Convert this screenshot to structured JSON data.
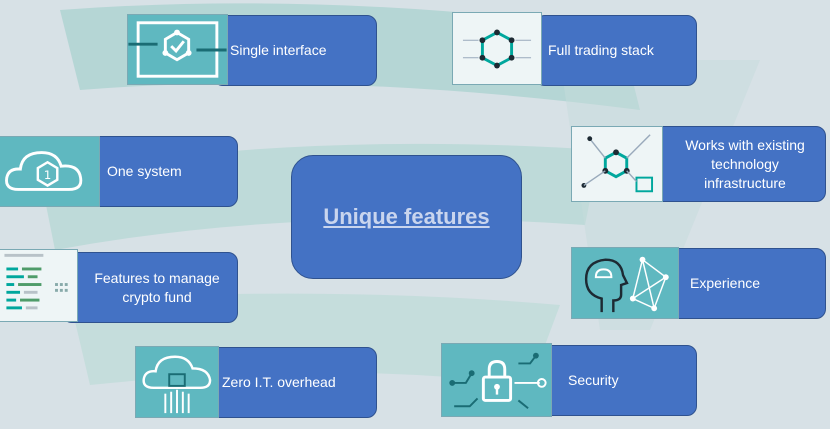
{
  "center": {
    "title": "Unique features"
  },
  "features": [
    {
      "label": "Single interface",
      "icon": "interface-hexagon-icon"
    },
    {
      "label": "Full trading stack",
      "icon": "trading-stack-hexagon-icon"
    },
    {
      "label": "One system",
      "icon": "cloud-one-icon"
    },
    {
      "label": "Works with existing technology infrastructure",
      "icon": "network-integration-icon"
    },
    {
      "label": "Features to manage crypto fund",
      "icon": "code-document-icon"
    },
    {
      "label": "Experience",
      "icon": "head-network-icon"
    },
    {
      "label": "Zero I.T. overhead",
      "icon": "cloud-server-icon"
    },
    {
      "label": "Security",
      "icon": "padlock-circuit-icon"
    }
  ],
  "colors": {
    "pill": "#4472c4",
    "tile": "#5fb8c0",
    "accent": "#00a79d",
    "background": "#d7e1e6"
  }
}
